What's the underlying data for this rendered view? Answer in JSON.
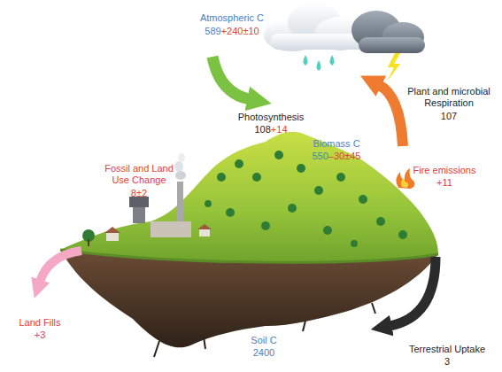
{
  "diagram": {
    "labels": [
      "Atmospheric C",
      "589",
      "+240±10",
      "Photosynthesis",
      "108",
      "+14",
      "Plant and microbial Respiration",
      "107",
      "Biomass C",
      "550",
      "–30±45",
      "Fossil and Land Use Change",
      "8±2",
      "Fire emissions",
      "+11",
      "Land Fills",
      "+3",
      "Soil C",
      "2400",
      "Terrestrial Uptake",
      "3"
    ]
  }
}
